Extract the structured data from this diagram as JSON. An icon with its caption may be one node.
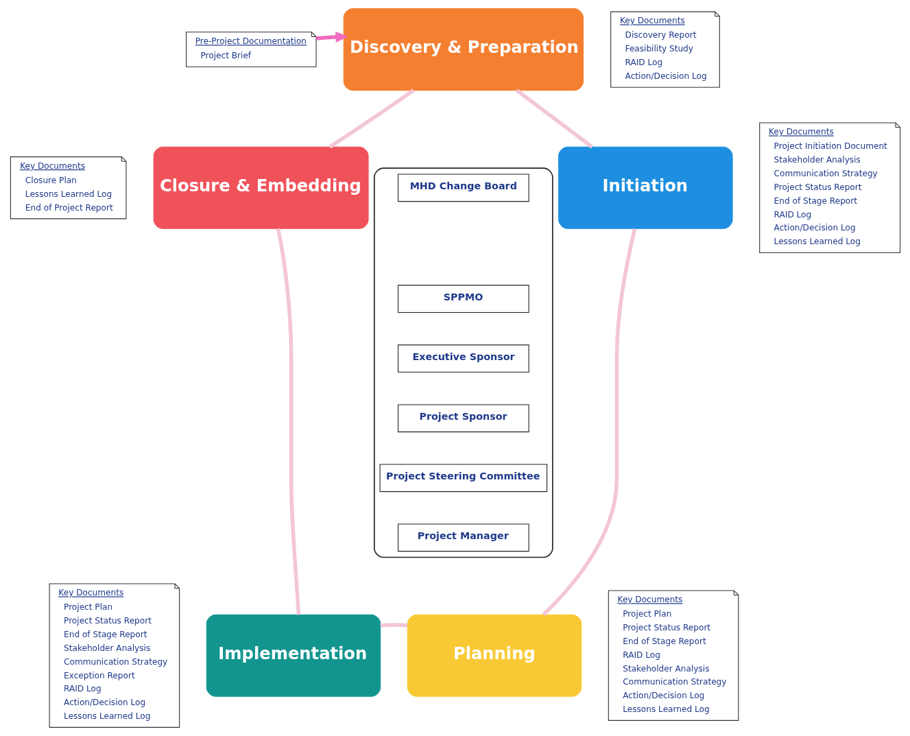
{
  "diagram": {
    "nodes": [
      {
        "text": [
          "Pre-Project Documentation",
          "Project Brief"
        ]
      },
      {
        "text": [
          "Discovery & Preparation"
        ]
      },
      {
        "text": [
          "Key Documents",
          "Discovery Report",
          "Feasibility Study",
          "RAID Log",
          "Action/Decision Log"
        ]
      },
      {
        "text": [
          "Key Documents",
          "Closure Plan",
          "Lessons Learned Log",
          "End of Project Report"
        ]
      },
      {
        "text": [],
        "shape": "box"
      },
      {
        "text": [
          "MHD Change Board"
        ],
        "in": 4
      },
      {
        "text": [
          "SPPMO"
        ],
        "in": 4
      },
      {
        "text": [
          "Executive Sponsor"
        ],
        "in": 4
      },
      {
        "text": [
          "Project Sponsor"
        ],
        "in": 4
      },
      {
        "text": [
          "Project Steering Committee"
        ],
        "in": 4
      },
      {
        "text": [
          "Project Manager"
        ],
        "in": 4
      },
      {
        "text": [
          "Closure & Embedding"
        ]
      },
      {
        "text": [
          "Initiation"
        ]
      },
      {
        "text": [
          "Key Documents",
          "Project Initiation Document",
          "Stakeholder Analysis",
          "Communication Strategy",
          "Project Status Report",
          "End of Stage Report",
          "RAID Log",
          "Action/Decision Log",
          "Lessons Learned Log"
        ]
      },
      {
        "text": [
          "Implementation"
        ]
      },
      {
        "text": [
          "Planning"
        ]
      },
      {
        "text": [
          "Key Documents",
          "Project Plan",
          "Project Status Report",
          "End of Stage Report",
          "Stakeholder Analysis",
          "Communication Strategy",
          "Exception Report",
          "RAID Log",
          "Action/Decision Log",
          "Lessons Learned Log"
        ]
      },
      {
        "text": [
          "Key Documents",
          "Project Plan",
          "Project Status Report",
          "End of Stage Report",
          "RAID Log",
          "Stakeholder Analysis",
          "Communication Strategy",
          "Action/Decision Log",
          "Lessons Learned Log"
        ]
      }
    ],
    "edges": [
      {
        "from": 0,
        "to": 1,
        "arrow": "to",
        "color": "#f06cc0"
      },
      {
        "from": 1,
        "to": 12,
        "arrow": "none"
      },
      {
        "from": 12,
        "to": 15,
        "arrow": "none"
      },
      {
        "from": 15,
        "to": 14,
        "arrow": "none"
      },
      {
        "from": 14,
        "to": 11,
        "arrow": "none"
      },
      {
        "from": 11,
        "to": 1,
        "arrow": "none"
      }
    ]
  }
}
